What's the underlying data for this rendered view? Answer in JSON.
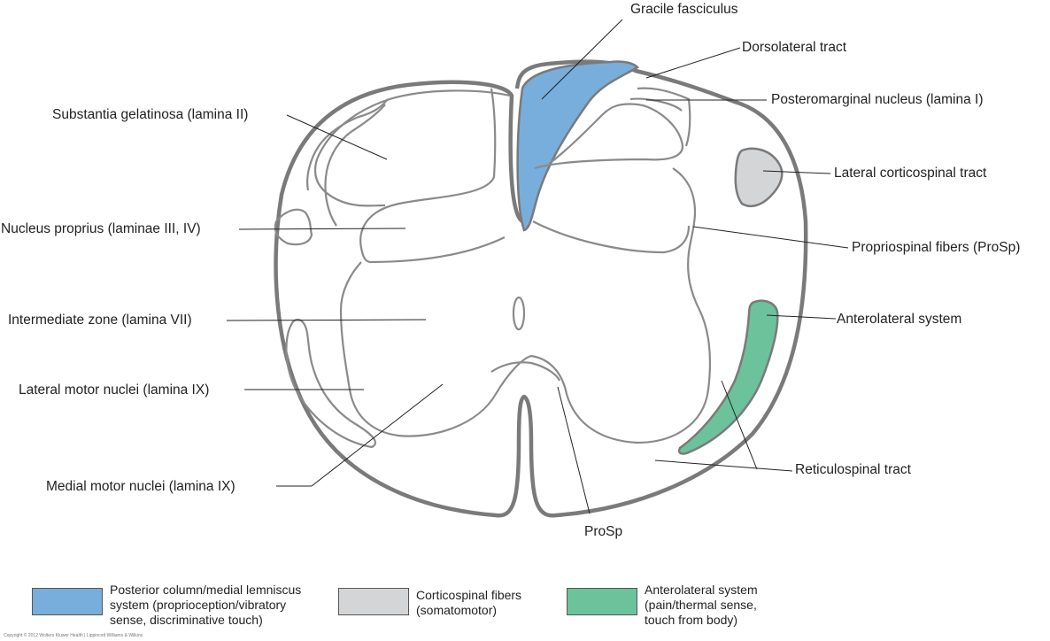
{
  "labels": {
    "gracile_fasciculus": "Gracile fasciculus",
    "dorsolateral_tract": "Dorsolateral tract",
    "posteromarginal_nucleus": "Posteromarginal nucleus (lamina I)",
    "lateral_corticospinal_tract": "Lateral corticospinal tract",
    "propriospinal_fibers": "Propriospinal fibers (ProSp)",
    "anterolateral_system": "Anterolateral system",
    "reticulospinal_tract": "Reticulospinal tract",
    "prosp": "ProSp",
    "substantia_gelatinosa": "Substantia gelatinosa (lamina II)",
    "nucleus_proprius": "Nucleus proprius (laminae III, IV)",
    "intermediate_zone": "Intermediate zone (lamina VII)",
    "lateral_motor_nuclei": "Lateral motor nuclei (lamina IX)",
    "medial_motor_nuclei": "Medial motor nuclei (lamina IX)"
  },
  "legend": [
    {
      "lines": [
        "Posterior column/medial lemniscus",
        "system (proprioception/vibratory",
        "sense, discriminative touch)"
      ],
      "color": "#78aedb"
    },
    {
      "lines": [
        "Corticospinal fibers",
        "(somatomotor)"
      ],
      "color": "#d4d5d6"
    },
    {
      "lines": [
        "Anterolateral system",
        "(pain/thermal sense,",
        "touch from body)"
      ],
      "color": "#6cc29a"
    }
  ],
  "colors": {
    "gracile": "#78aedb",
    "corticospinal": "#d4d5d6",
    "anterolateral": "#6cc29a",
    "outline": "#7a7a7a"
  },
  "copyright": "Copyright © 2012 Wolters Kluwer Health | Lippincott Williams & Wilkins"
}
